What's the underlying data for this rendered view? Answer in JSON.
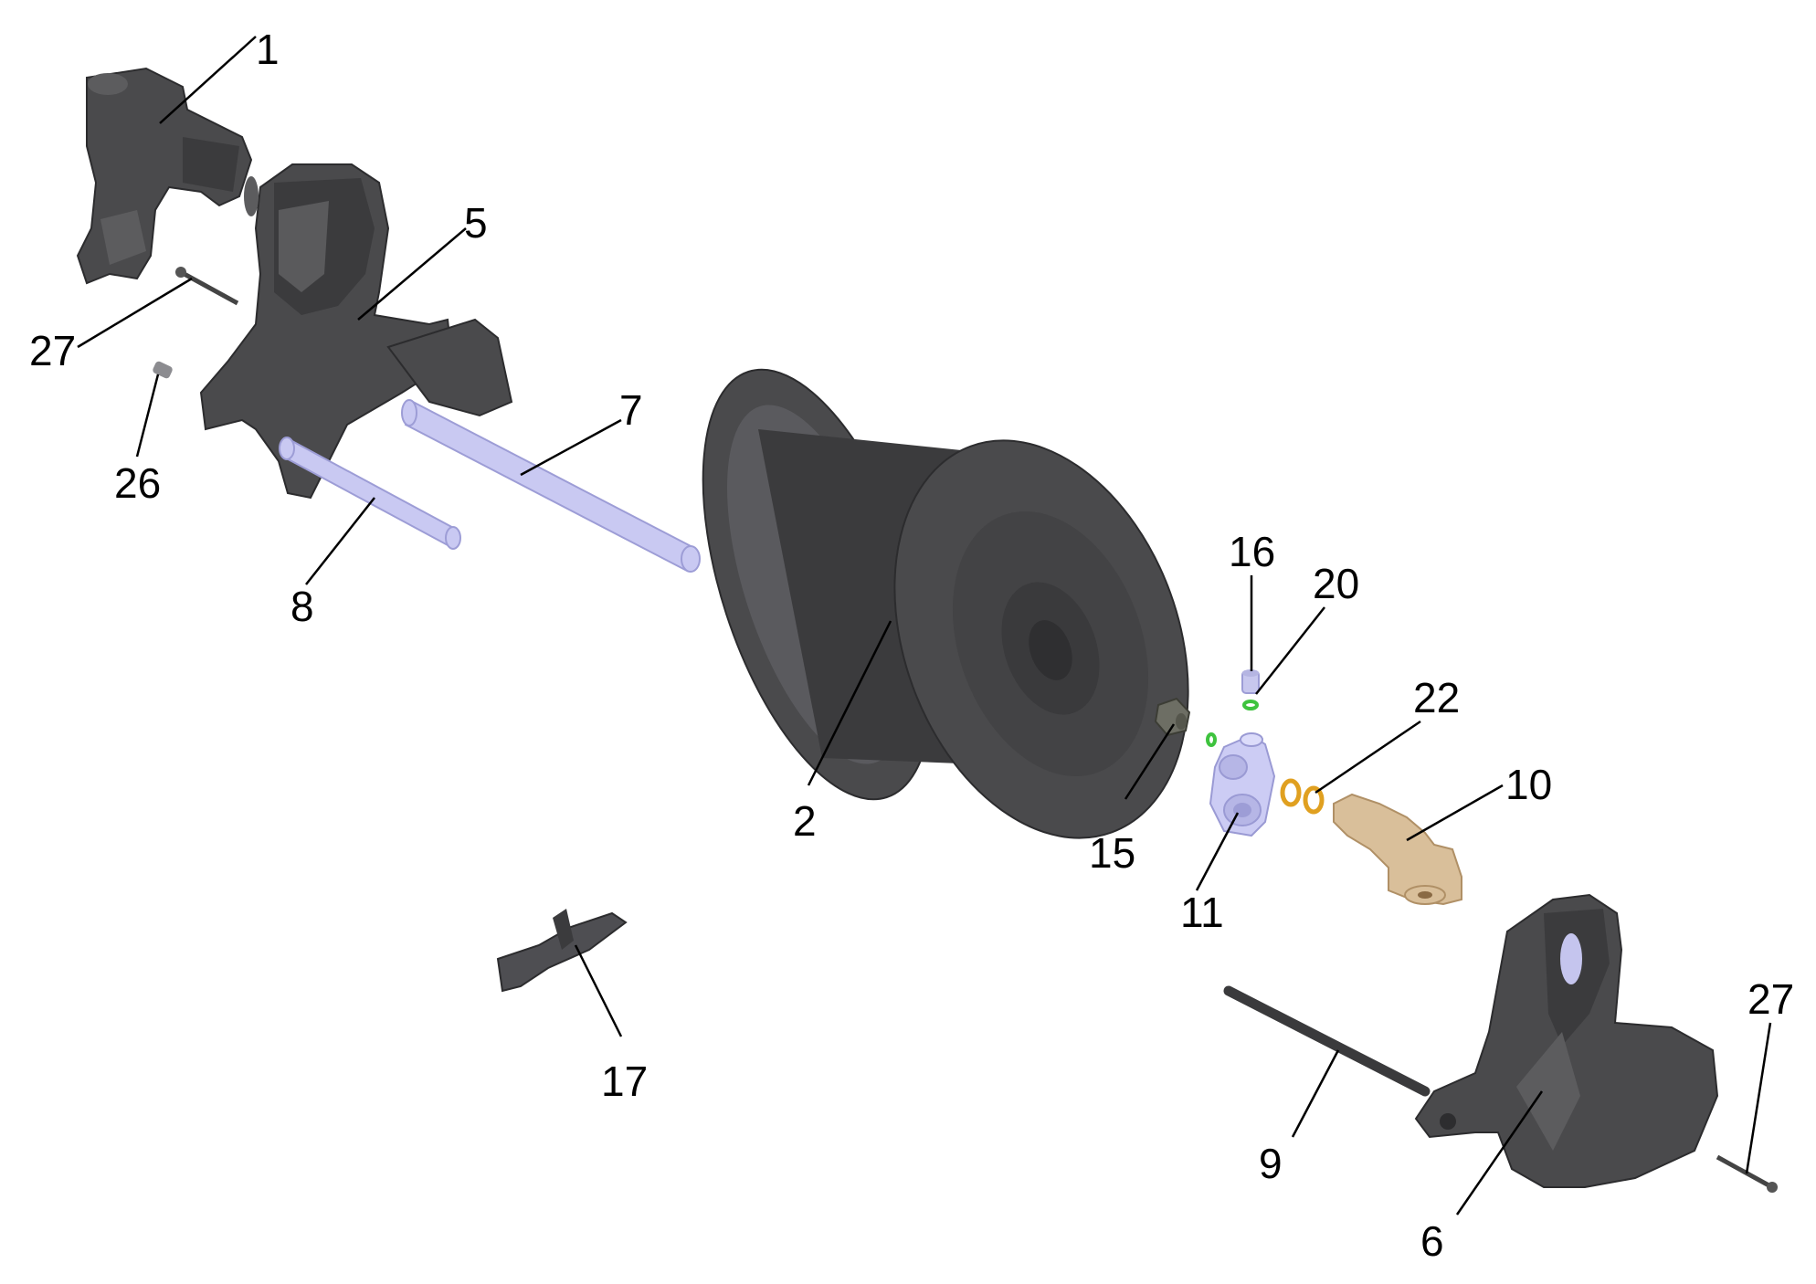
{
  "diagram": {
    "labels": [
      {
        "id": "p1",
        "text": "1"
      },
      {
        "id": "p2",
        "text": "2"
      },
      {
        "id": "p5",
        "text": "5"
      },
      {
        "id": "p6",
        "text": "6"
      },
      {
        "id": "p7",
        "text": "7"
      },
      {
        "id": "p8",
        "text": "8"
      },
      {
        "id": "p9",
        "text": "9"
      },
      {
        "id": "p10",
        "text": "10"
      },
      {
        "id": "p11",
        "text": "11"
      },
      {
        "id": "p15",
        "text": "15"
      },
      {
        "id": "p16",
        "text": "16"
      },
      {
        "id": "p17",
        "text": "17"
      },
      {
        "id": "p20",
        "text": "20"
      },
      {
        "id": "p22",
        "text": "22"
      },
      {
        "id": "p26",
        "text": "26"
      },
      {
        "id": "p27a",
        "text": "27"
      },
      {
        "id": "p27b",
        "text": "27"
      }
    ],
    "colors": {
      "housing": "#4a4a4c",
      "rods": "#c9c9f2",
      "brass_fitting": "#d9bf9a",
      "o_ring_small": "#3ec33e",
      "o_ring_large": "#e0a020"
    }
  }
}
